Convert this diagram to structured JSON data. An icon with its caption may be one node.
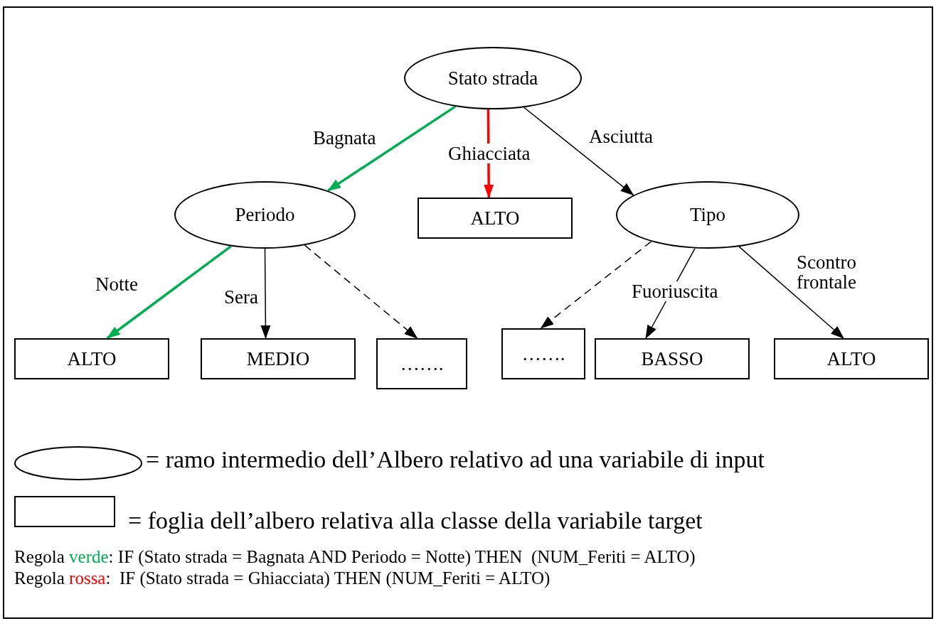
{
  "diagram": {
    "nodes": [
      {
        "text": [
          "Stato strada"
        ]
      },
      {
        "text": [
          "Periodo"
        ]
      },
      {
        "text": [
          "ALTO"
        ]
      },
      {
        "text": [
          "Tipo"
        ]
      },
      {
        "text": [
          "ALTO"
        ]
      },
      {
        "text": [
          "MEDIO"
        ]
      },
      {
        "text": [
          "……."
        ]
      },
      {
        "text": [
          "……."
        ]
      },
      {
        "text": [
          "BASSO"
        ]
      },
      {
        "text": [
          "ALTO"
        ]
      }
    ],
    "edges": [
      {
        "from": 0,
        "to": 1,
        "arrow": "to",
        "label": "Bagnata",
        "style": "thick",
        "color": "#00b050"
      },
      {
        "from": 0,
        "to": 2,
        "arrow": "to",
        "label": "Ghiacciata",
        "style": "thick",
        "color": "#ff0000"
      },
      {
        "from": 0,
        "to": 3,
        "arrow": "to",
        "label": "Asciutta"
      },
      {
        "from": 1,
        "to": 4,
        "arrow": "to",
        "label": "Notte",
        "style": "thick",
        "color": "#00b050"
      },
      {
        "from": 1,
        "to": 5,
        "arrow": "to",
        "label": "Sera"
      },
      {
        "from": 1,
        "to": 6,
        "arrow": "to",
        "style": "dashed"
      },
      {
        "from": 3,
        "to": 7,
        "arrow": "to",
        "style": "dashed"
      },
      {
        "from": 3,
        "to": 8,
        "arrow": "to",
        "label": "Fuoriuscita"
      },
      {
        "from": 3,
        "to": 9,
        "arrow": "to",
        "label": "Scontro frontale"
      }
    ],
    "labels": [
      "Regola",
      "verde",
      ": IF (Stato strada = Bagnata AND Periodo = Notte) THEN  (NUM_Feriti = ALTO)",
      "Regola",
      "rossa",
      ":  IF (Stato strada = Ghiacciata) THEN (NUM_Feriti = ALTO)"
    ],
    "legend": [
      {
        "text": "= ramo intermedio dell’Albero  relativo ad una variabile di input"
      },
      {
        "text": "= foglia dell’albero relativa alla classe della variabile target"
      }
    ]
  }
}
